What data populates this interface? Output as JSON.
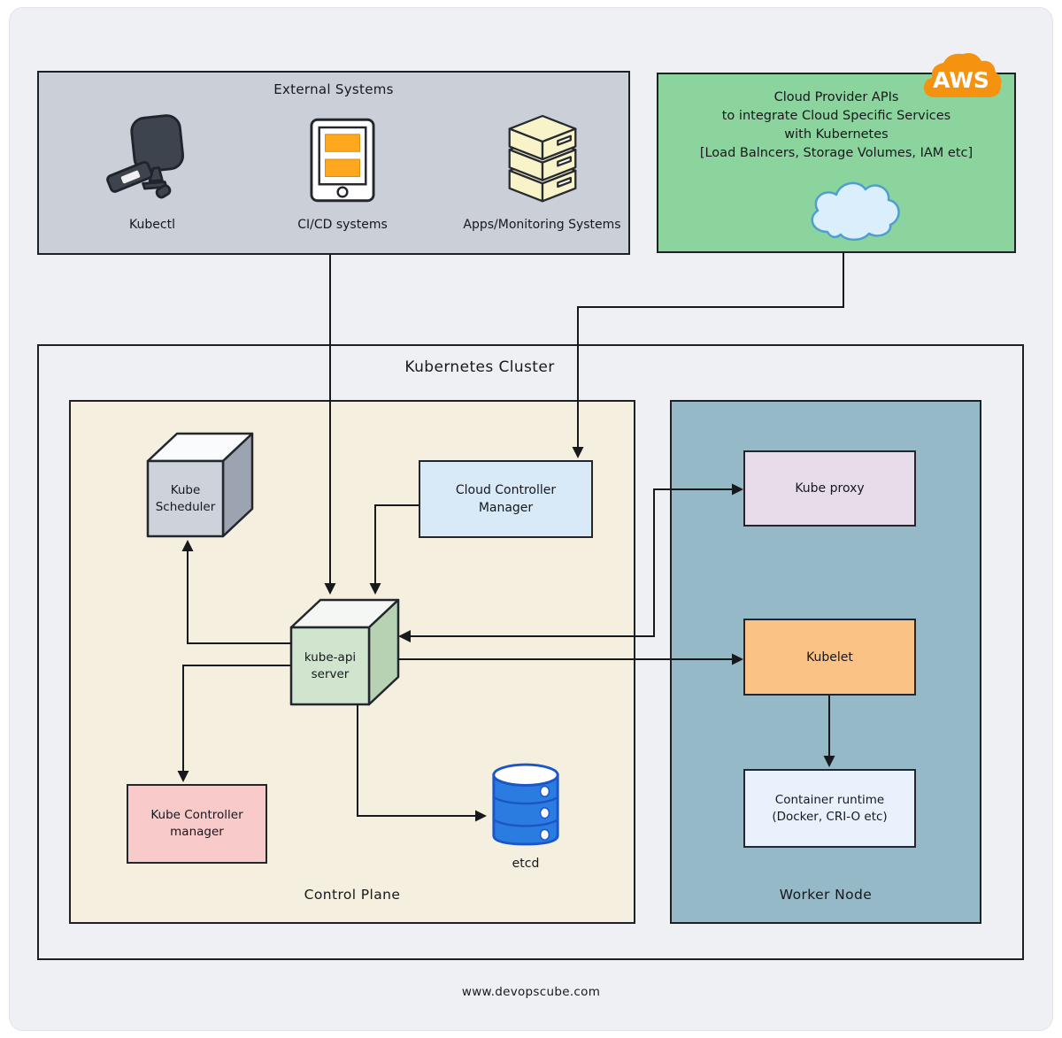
{
  "footer": {
    "url": "www.devopscube.com"
  },
  "external_systems": {
    "title": "External Systems",
    "items": [
      {
        "label": "Kubectl",
        "icon": "computer-terminal-icon"
      },
      {
        "label": "CI/CD systems",
        "icon": "mobile-pipeline-icon"
      },
      {
        "label": "Apps/Monitoring Systems",
        "icon": "server-stack-icon"
      }
    ]
  },
  "cloud_provider": {
    "badge": "AWS",
    "lines": [
      "Cloud Provider APIs",
      "to integrate Cloud Specific Services",
      "with Kubernetes",
      "[Load Balncers, Storage Volumes, IAM etc]"
    ],
    "icon": "cloud-icon"
  },
  "cluster": {
    "title": "Kubernetes Cluster",
    "control_plane": {
      "label": "Control Plane",
      "kube_scheduler": {
        "lines": [
          "Kube",
          "Scheduler"
        ]
      },
      "cloud_controller_manager": {
        "lines": [
          "Cloud Controller",
          "Manager"
        ]
      },
      "kube_api_server": {
        "lines": [
          "kube-api",
          "server"
        ]
      },
      "kube_controller_manager": {
        "lines": [
          "Kube Controller",
          "manager"
        ]
      },
      "etcd": {
        "label": "etcd"
      }
    },
    "worker_node": {
      "label": "Worker Node",
      "kube_proxy": {
        "label": "Kube proxy"
      },
      "kubelet": {
        "label": "Kubelet"
      },
      "container_runtime": {
        "lines": [
          "Container runtime",
          "(Docker, CRI-O etc)"
        ]
      }
    }
  },
  "connections": [
    {
      "from": "external-systems",
      "to": "kube-api-server"
    },
    {
      "from": "cloud-provider-apis",
      "to": "cloud-controller-manager"
    },
    {
      "from": "cloud-controller-manager",
      "to": "kube-api-server"
    },
    {
      "from": "kube-api-server",
      "to": "kube-proxy",
      "bidirectional": true
    },
    {
      "from": "kube-api-server",
      "to": "kubelet"
    },
    {
      "from": "kube-api-server",
      "to": "kube-scheduler"
    },
    {
      "from": "kube-api-server",
      "to": "kube-controller-manager"
    },
    {
      "from": "kube-api-server",
      "to": "etcd"
    },
    {
      "from": "kubelet",
      "to": "container-runtime"
    }
  ],
  "colors": {
    "page_bg": "#eef0f4",
    "external_box": "#cacfd8",
    "cloud_box": "#8cd49d",
    "aws_orange": "#f5920f",
    "control_plane": "#f5efdf",
    "worker_node": "#95b9c7",
    "scheduler_gray": "#ced3db",
    "ccm_blue": "#d8e9f8",
    "api_green": "#d0e4ce",
    "controller_pink": "#f8caca",
    "proxy_lavender": "#e6dcea",
    "kubelet_orange": "#fbc286",
    "runtime_blue": "#e9f2fc",
    "etcd_blue": "#2b7ce0",
    "cicd_orange": "#ffa81f",
    "server_yellow": "#f8f3c8",
    "line_dark": "#17191d"
  }
}
